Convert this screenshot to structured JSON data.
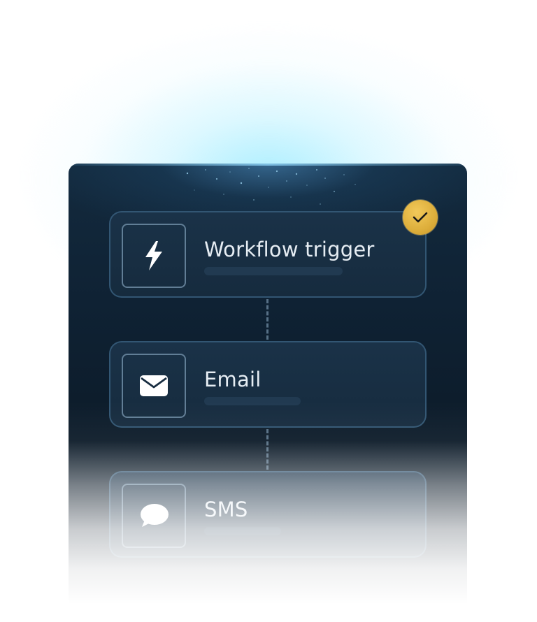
{
  "workflow": {
    "steps": [
      {
        "label": "Workflow trigger",
        "icon": "lightning-bolt-icon",
        "status": "completed"
      },
      {
        "label": "Email",
        "icon": "envelope-icon"
      },
      {
        "label": "SMS",
        "icon": "chat-bubble-icon"
      }
    ],
    "accent_color": "#e0b13f",
    "panel_color": "#0f2234"
  }
}
